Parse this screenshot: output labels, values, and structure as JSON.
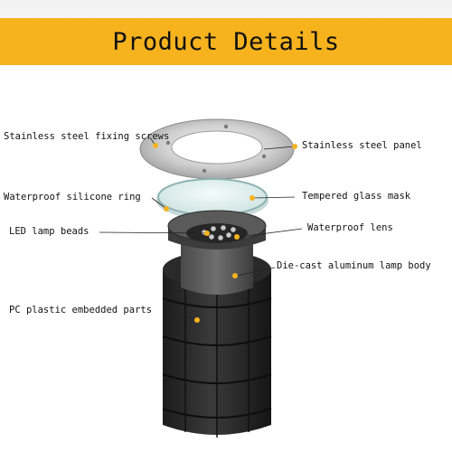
{
  "title": "Product Details",
  "labels": {
    "fixing_screws": "Stainless steel fixing screws",
    "steel_panel": "Stainless steel panel",
    "silicone_ring": "Waterproof silicone ring",
    "glass_mask": "Tempered glass mask",
    "led_beads": "LED lamp beads",
    "waterproof_lens": "Waterproof lens",
    "lamp_body": "Die-cast aluminum lamp body",
    "embedded_parts": "PC plastic embedded parts"
  },
  "colors": {
    "banner": "#f6b31e",
    "callout_dot": "#f6b31e",
    "text": "#111111"
  }
}
